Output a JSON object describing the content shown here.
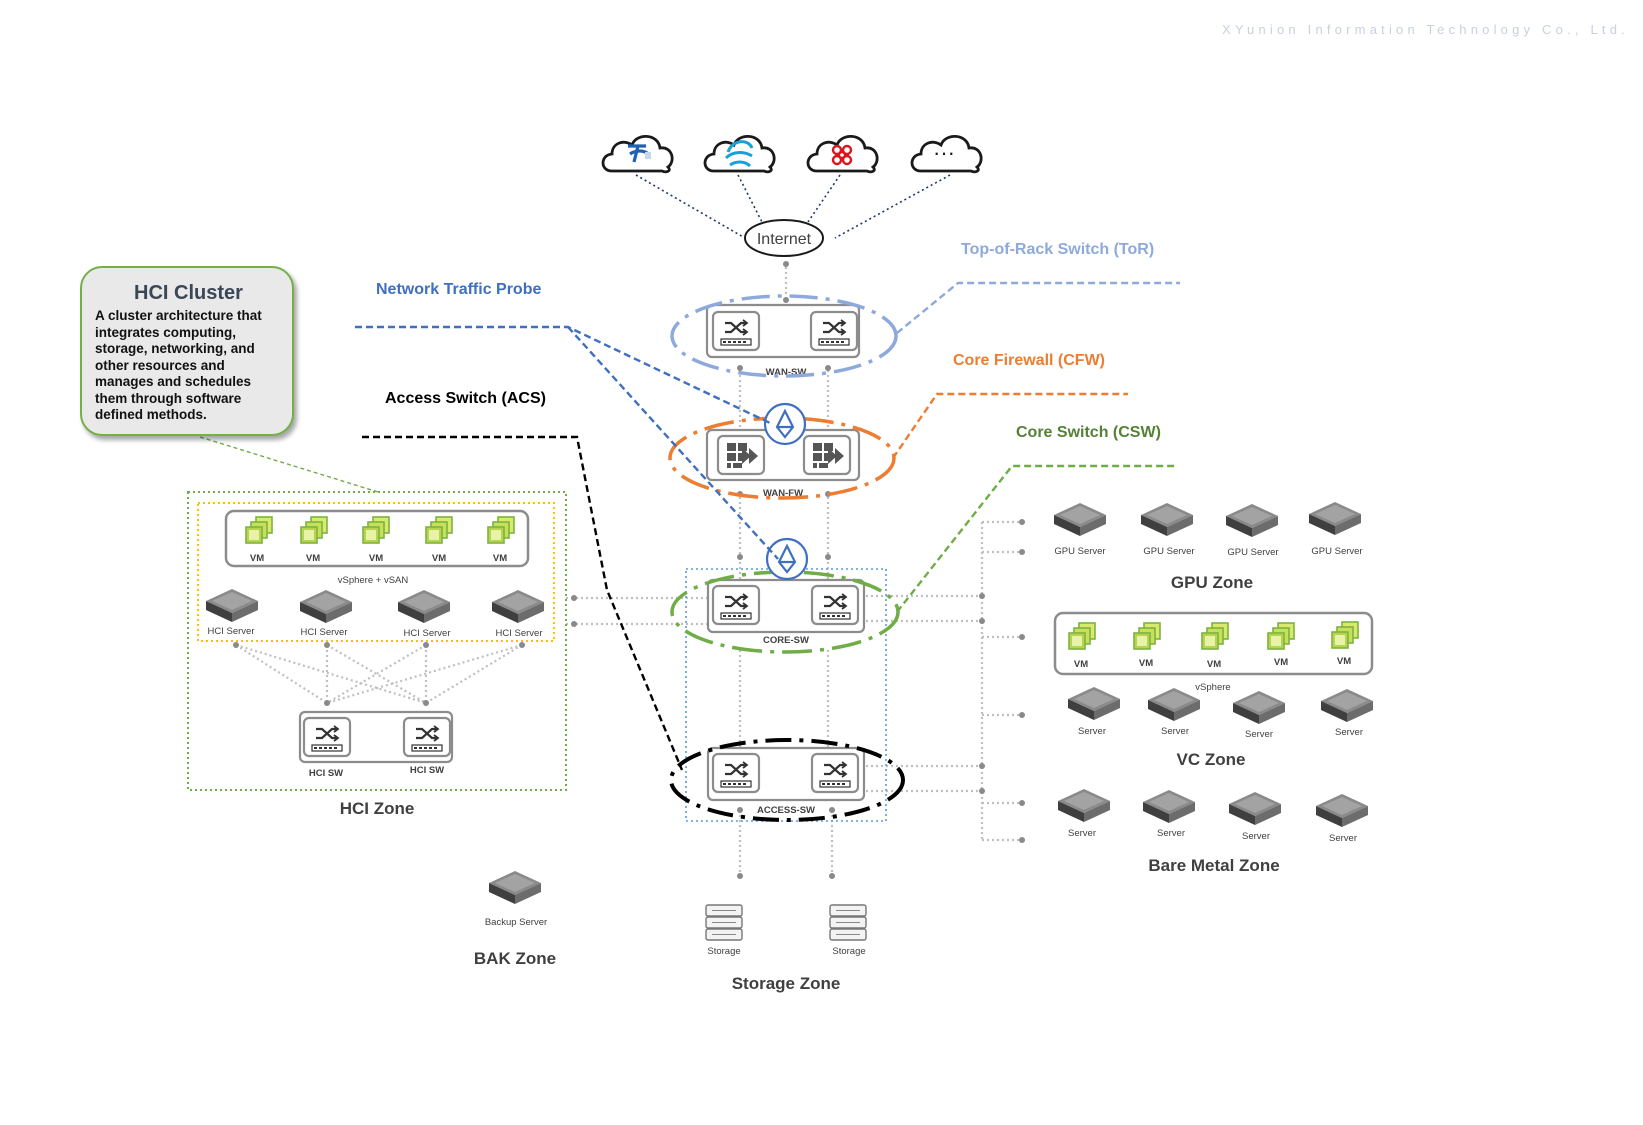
{
  "company": "XYunion Information Technology Co., Ltd.",
  "hci_cluster": {
    "title": "HCI Cluster",
    "description": "A cluster architecture that integrates computing, storage, networking, and other resources and manages and schedules them through software defined methods."
  },
  "legend": {
    "probe": "Network Traffic Probe",
    "tor": "Top-of-Rack Switch (ToR)",
    "cfw": "Core Firewall (CFW)",
    "acs": "Access Switch (ACS)",
    "csw": "Core Switch (CSW)"
  },
  "colors": {
    "probe": "#3f6fbf",
    "tor": "#8ea9db",
    "cfw": "#ed7d31",
    "csw": "#70ad47",
    "acs": "#000000",
    "label": "#404040"
  },
  "core": {
    "internet": "Internet",
    "wan_sw": "WAN-SW",
    "wan_fw": "WAN-FW",
    "core_sw": "CORE-SW",
    "access_sw": "ACCESS-SW"
  },
  "clouds": [
    "telecom-cloud-icon",
    "mobile-cloud-icon",
    "unicom-cloud-icon",
    "more-cloud-icon"
  ],
  "more_cloud_text": "···",
  "hci_zone": {
    "title": "HCI Zone",
    "vm_label": "VM",
    "platform": "vSphere + vSAN",
    "servers": [
      "HCI Server",
      "HCI Server",
      "HCI Server",
      "HCI Server"
    ],
    "switches": [
      "HCI SW",
      "HCI SW"
    ]
  },
  "gpu_zone": {
    "title": "GPU Zone",
    "servers": [
      "GPU Server",
      "GPU Server",
      "GPU Server",
      "GPU Server"
    ]
  },
  "vc_zone": {
    "title": "VC Zone",
    "vm_label": "VM",
    "platform": "vSphere",
    "servers": [
      "Server",
      "Server",
      "Server",
      "Server"
    ]
  },
  "bare_metal_zone": {
    "title": "Bare Metal Zone",
    "servers": [
      "Server",
      "Server",
      "Server",
      "Server"
    ]
  },
  "bak_zone": {
    "title": "BAK Zone",
    "server": "Backup Server"
  },
  "storage_zone": {
    "title": "Storage Zone",
    "devices": [
      "Storage",
      "Storage"
    ]
  }
}
